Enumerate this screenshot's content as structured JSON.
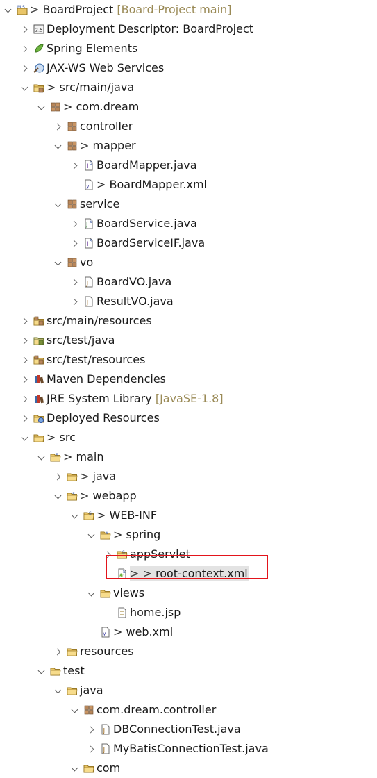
{
  "tree": {
    "rows": [
      {
        "indent": 0,
        "state": "expanded",
        "icon": "maven-project-icon",
        "dirty": "> ",
        "label": "BoardProject",
        "annotation": " [Board-Project main]"
      },
      {
        "indent": 1,
        "state": "collapsed",
        "icon": "deployment-descriptor-icon",
        "dirty": "",
        "label": "Deployment Descriptor: BoardProject",
        "annotation": ""
      },
      {
        "indent": 1,
        "state": "collapsed",
        "icon": "spring-elements-icon",
        "dirty": "",
        "label": "Spring Elements",
        "annotation": ""
      },
      {
        "indent": 1,
        "state": "collapsed",
        "icon": "web-services-icon",
        "dirty": "",
        "label": "JAX-WS Web Services",
        "annotation": ""
      },
      {
        "indent": 1,
        "state": "expanded",
        "icon": "source-folder-icon",
        "dirty": "> ",
        "label": "src/main/java",
        "annotation": ""
      },
      {
        "indent": 2,
        "state": "expanded",
        "icon": "package-icon",
        "dirty": "> ",
        "label": "com.dream",
        "annotation": ""
      },
      {
        "indent": 3,
        "state": "collapsed",
        "icon": "package-icon",
        "dirty": "",
        "label": "controller",
        "annotation": ""
      },
      {
        "indent": 3,
        "state": "expanded",
        "icon": "package-icon",
        "dirty": "> ",
        "label": "mapper",
        "annotation": ""
      },
      {
        "indent": 4,
        "state": "collapsed",
        "icon": "java-interface-icon",
        "dirty": "",
        "label": "BoardMapper.java",
        "annotation": ""
      },
      {
        "indent": 4,
        "state": "none",
        "icon": "xml-file-icon",
        "dirty": "> ",
        "label": "BoardMapper.xml",
        "annotation": ""
      },
      {
        "indent": 3,
        "state": "expanded",
        "icon": "package-icon",
        "dirty": "",
        "label": "service",
        "annotation": ""
      },
      {
        "indent": 4,
        "state": "collapsed",
        "icon": "java-class-icon",
        "dirty": "",
        "label": "BoardService.java",
        "annotation": ""
      },
      {
        "indent": 4,
        "state": "collapsed",
        "icon": "java-interface-icon",
        "dirty": "",
        "label": "BoardServiceIF.java",
        "annotation": ""
      },
      {
        "indent": 3,
        "state": "expanded",
        "icon": "package-icon",
        "dirty": "",
        "label": "vo",
        "annotation": ""
      },
      {
        "indent": 4,
        "state": "collapsed",
        "icon": "java-file-icon",
        "dirty": "",
        "label": "BoardVO.java",
        "annotation": ""
      },
      {
        "indent": 4,
        "state": "collapsed",
        "icon": "java-file-icon",
        "dirty": "",
        "label": "ResultVO.java",
        "annotation": ""
      },
      {
        "indent": 1,
        "state": "collapsed",
        "icon": "resource-folder-icon",
        "dirty": "",
        "label": "src/main/resources",
        "annotation": ""
      },
      {
        "indent": 1,
        "state": "collapsed",
        "icon": "test-folder-icon",
        "dirty": "",
        "label": "src/test/java",
        "annotation": ""
      },
      {
        "indent": 1,
        "state": "collapsed",
        "icon": "resource-folder-icon",
        "dirty": "",
        "label": "src/test/resources",
        "annotation": ""
      },
      {
        "indent": 1,
        "state": "collapsed",
        "icon": "library-icon",
        "dirty": "",
        "label": "Maven Dependencies",
        "annotation": ""
      },
      {
        "indent": 1,
        "state": "collapsed",
        "icon": "library-icon",
        "dirty": "",
        "label": "JRE System Library",
        "annotation": " [JavaSE-1.8]"
      },
      {
        "indent": 1,
        "state": "collapsed",
        "icon": "deployed-resources-icon",
        "dirty": "",
        "label": "Deployed Resources",
        "annotation": ""
      },
      {
        "indent": 1,
        "state": "expanded",
        "icon": "folder-open-icon",
        "dirty": "> ",
        "label": "src",
        "annotation": ""
      },
      {
        "indent": 2,
        "state": "expanded",
        "icon": "spring-folder-icon",
        "dirty": "> ",
        "label": "main",
        "annotation": ""
      },
      {
        "indent": 3,
        "state": "collapsed",
        "icon": "folder-open-icon",
        "dirty": "> ",
        "label": "java",
        "annotation": ""
      },
      {
        "indent": 3,
        "state": "expanded",
        "icon": "spring-folder-icon",
        "dirty": "> ",
        "label": "webapp",
        "annotation": ""
      },
      {
        "indent": 4,
        "state": "expanded",
        "icon": "spring-folder-icon",
        "dirty": "> ",
        "label": "WEB-INF",
        "annotation": ""
      },
      {
        "indent": 5,
        "state": "expanded",
        "icon": "spring-folder-icon",
        "dirty": "> ",
        "label": "spring",
        "annotation": ""
      },
      {
        "indent": 6,
        "state": "collapsed",
        "icon": "spring-folder-icon",
        "dirty": "",
        "label": "appServlet",
        "annotation": ""
      },
      {
        "indent": 6,
        "state": "none",
        "icon": "spring-xml-icon",
        "dirty": "> > ",
        "label": "root-context.xml",
        "annotation": "",
        "selected": true
      },
      {
        "indent": 5,
        "state": "expanded",
        "icon": "folder-open-icon",
        "dirty": "",
        "label": "views",
        "annotation": ""
      },
      {
        "indent": 6,
        "state": "none",
        "icon": "jsp-file-icon",
        "dirty": "",
        "label": "home.jsp",
        "annotation": ""
      },
      {
        "indent": 5,
        "state": "none",
        "icon": "xml-file-icon",
        "dirty": "> ",
        "label": "web.xml",
        "annotation": ""
      },
      {
        "indent": 3,
        "state": "collapsed",
        "icon": "folder-open-icon",
        "dirty": "",
        "label": "resources",
        "annotation": ""
      },
      {
        "indent": 2,
        "state": "expanded",
        "icon": "folder-open-icon",
        "dirty": "",
        "label": "test",
        "annotation": ""
      },
      {
        "indent": 3,
        "state": "expanded",
        "icon": "folder-open-icon",
        "dirty": "",
        "label": "java",
        "annotation": ""
      },
      {
        "indent": 4,
        "state": "expanded",
        "icon": "package-icon",
        "dirty": "",
        "label": "com.dream.controller",
        "annotation": ""
      },
      {
        "indent": 5,
        "state": "collapsed",
        "icon": "java-file-icon",
        "dirty": "",
        "label": "DBConnectionTest.java",
        "annotation": ""
      },
      {
        "indent": 5,
        "state": "collapsed",
        "icon": "java-file-icon",
        "dirty": "",
        "label": "MyBatisConnectionTest.java",
        "annotation": ""
      },
      {
        "indent": 4,
        "state": "expanded",
        "icon": "folder-open-icon",
        "dirty": "",
        "label": "com",
        "annotation": ""
      }
    ]
  },
  "colors": {
    "highlight_border": "#e3141b",
    "selection_bg": "#e3e3e3",
    "annotation_text": "#9a8a56"
  }
}
